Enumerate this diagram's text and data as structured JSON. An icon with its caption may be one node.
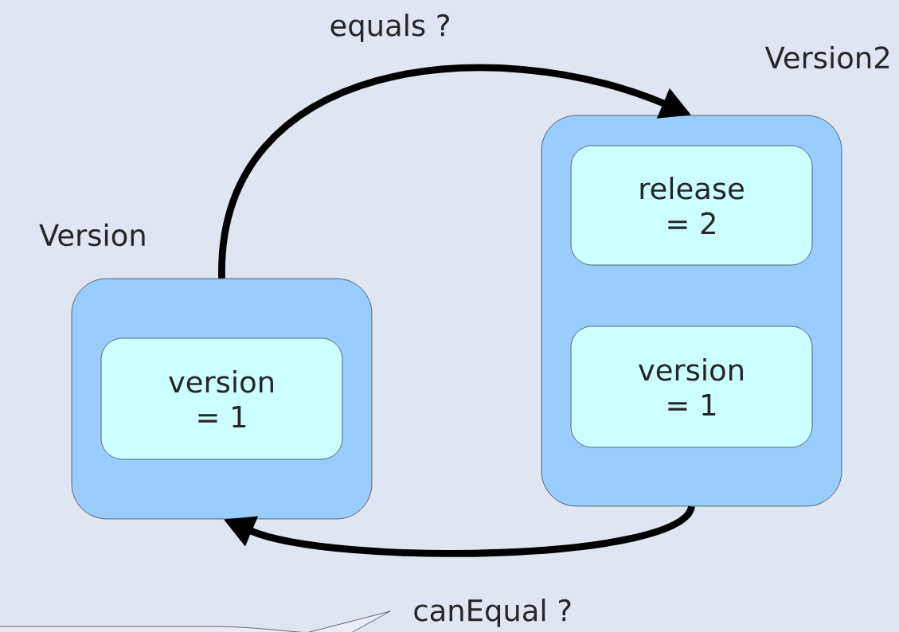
{
  "diagram": {
    "nodes": [
      {
        "text": [
          "Version"
        ]
      },
      {
        "text": [
          "version = 1"
        ],
        "in": 0
      },
      {
        "text": [
          "Version2"
        ]
      },
      {
        "text": [
          "release = 2"
        ],
        "in": 2
      },
      {
        "text": [
          "version = 1"
        ],
        "in": 2
      }
    ],
    "edges": [
      {
        "from": 0,
        "to": 2,
        "arrow": "to",
        "label": "equals ?"
      },
      {
        "from": 2,
        "to": 0,
        "arrow": "to"
      }
    ],
    "labels": [
      "canEqual ?"
    ]
  }
}
